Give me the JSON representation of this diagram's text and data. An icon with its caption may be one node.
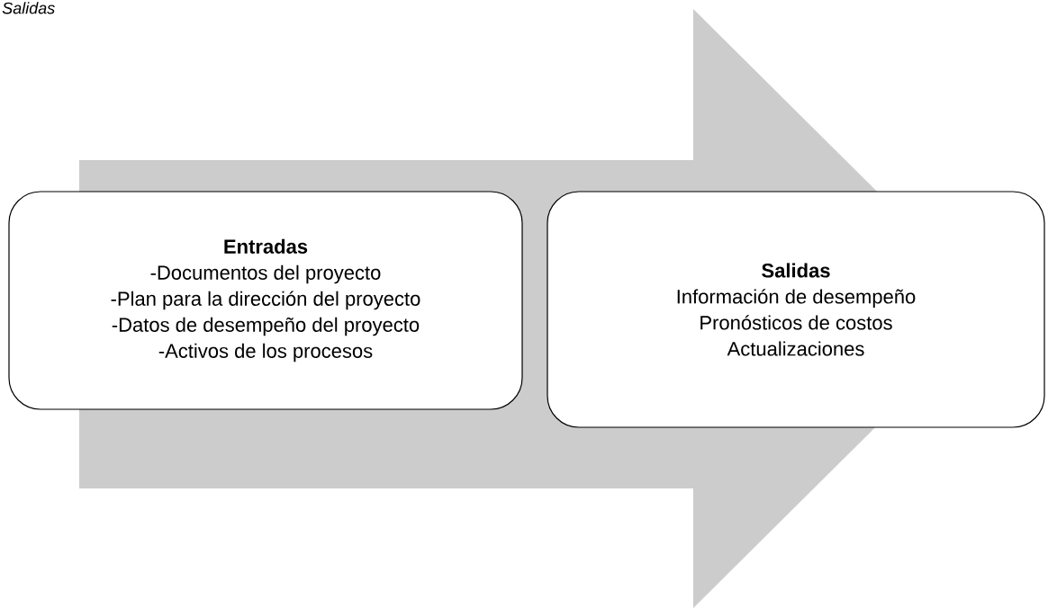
{
  "diagram": {
    "nodes": [
      {
        "text": [
          "Entradas",
          "-Documentos del proyecto",
          "-Plan para la dirección del proyecto",
          "-Datos de desempeño del proyecto",
          "-Activos de los procesos"
        ]
      },
      {
        "text": [
          "Salidas",
          "Información de desempeño",
          "Pronósticos de costos",
          "Actualizaciones"
        ]
      }
    ],
    "edges": [
      {
        "from": 0,
        "to": 1,
        "arrow": "to"
      }
    ],
    "labels": [
      "Salidas"
    ]
  }
}
